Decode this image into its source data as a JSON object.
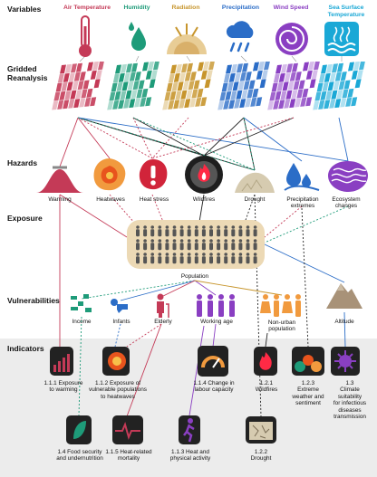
{
  "rows": {
    "variables": "Variables",
    "gridded": [
      "Gridded",
      "Reanalysis"
    ],
    "hazards": "Hazards",
    "exposure": "Exposure",
    "vulnerabilities": "Vulnerabilities",
    "indicators": "Indicators"
  },
  "variables": [
    {
      "label": "Air Temperature",
      "color": "#c43a57"
    },
    {
      "label": "Humidity",
      "color": "#1e9b79"
    },
    {
      "label": "Radiation",
      "color": "#c7952c"
    },
    {
      "label": "Precipitation",
      "color": "#2b6dc7"
    },
    {
      "label": "Wind Speed",
      "color": "#8a3fc2"
    },
    {
      "label": [
        "Sea Surface",
        "Temperature"
      ],
      "color": "#1aa8d6"
    }
  ],
  "hazards": [
    {
      "label": [
        "Warming"
      ]
    },
    {
      "label": [
        "Heatwaves"
      ]
    },
    {
      "label": [
        "Heat stress"
      ]
    },
    {
      "label": [
        "Wildfires"
      ]
    },
    {
      "label": [
        "Drought"
      ]
    },
    {
      "label": [
        "Precipitation",
        "extremes"
      ]
    },
    {
      "label": [
        "Ecosystem",
        "changes"
      ]
    }
  ],
  "population_label": "Population",
  "vulnerabilities": [
    {
      "label": [
        "Income"
      ]
    },
    {
      "label": [
        "Infants"
      ]
    },
    {
      "label": [
        "Elderly"
      ]
    },
    {
      "label": [
        "Working age"
      ]
    },
    {
      "label": [
        "Non-urban",
        "population"
      ]
    },
    {
      "label": [
        "Altitude"
      ]
    }
  ],
  "indicators": [
    {
      "label": [
        "1.1.1 Exposure",
        "to warming"
      ]
    },
    {
      "label": [
        "1.1.2 Exposure of",
        "vulnerable populations",
        "to heatwaves"
      ]
    },
    {
      "label": [
        "1.1.4 Change in",
        "labour capacity"
      ]
    },
    {
      "label": [
        "1.2.1",
        "Wildfires"
      ]
    },
    {
      "label": [
        "1.2.3",
        "Extreme",
        "weather and",
        "sentiment"
      ]
    },
    {
      "label": [
        "1.3",
        "Climate",
        "suitability",
        "for infectious",
        "diseases",
        "transmission"
      ]
    },
    {
      "label": [
        "1.4 Food security",
        "and undernutrition"
      ]
    },
    {
      "label": [
        "1.1.5 Heat-related",
        "mortality"
      ]
    },
    {
      "label": [
        "1.1.3 Heat and",
        "physical activity"
      ]
    },
    {
      "label": [
        "1.2.2",
        "Drought"
      ]
    }
  ],
  "colors": {
    "air": "#c43a57",
    "humidity": "#1e9b79",
    "radiation": "#c7952c",
    "precip": "#2b6dc7",
    "wind": "#8a3fc2",
    "sea": "#1aa8d6",
    "dark": "#222222",
    "exposure_bg": "#ecd9b5",
    "indicator_bg": "#ececec"
  }
}
